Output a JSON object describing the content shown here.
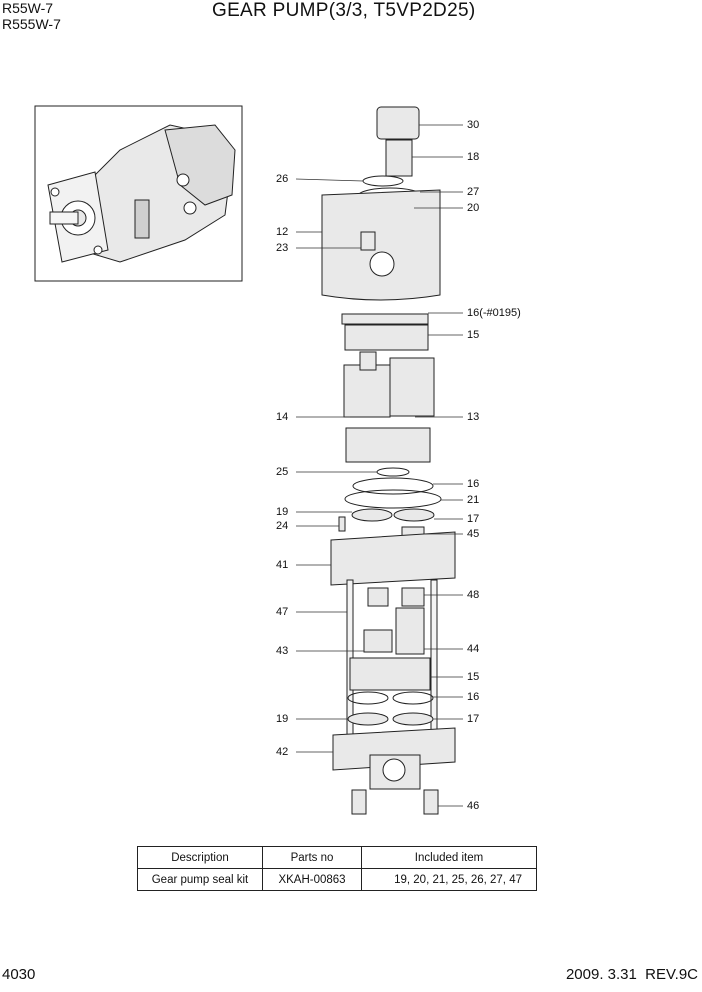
{
  "header": {
    "model_line_1": "R55W-7",
    "model_line_2": "R555W-7",
    "title": "GEAR PUMP(3/3, T5VP2D25)"
  },
  "callouts": {
    "c30": "30",
    "c18": "18",
    "c26": "26",
    "c27": "27",
    "c20": "20",
    "c12": "12",
    "c23": "23",
    "c16a": "16(-#0195)",
    "c15a": "15",
    "c14": "14",
    "c13": "13",
    "c25": "25",
    "c16b": "16",
    "c21": "21",
    "c19a": "19",
    "c17a": "17",
    "c24": "24",
    "c45": "45",
    "c41": "41",
    "c48": "48",
    "c47": "47",
    "c43": "43",
    "c44": "44",
    "c15b": "15",
    "c16c": "16",
    "c19b": "19",
    "c17b": "17",
    "c42": "42",
    "c46": "46"
  },
  "kit_table": {
    "headers": [
      "Description",
      "Parts no",
      "Included item"
    ],
    "rows": [
      [
        "Gear pump seal kit",
        "XKAH-00863",
        "19, 20, 21, 25, 26, 27, 47"
      ]
    ]
  },
  "footer": {
    "page_number": "4030",
    "revision": "2009. 3.31  REV.9C"
  },
  "colors": {
    "part_fill": "#e9e9e9",
    "part_stroke": "#222222",
    "leader": "#333333"
  }
}
